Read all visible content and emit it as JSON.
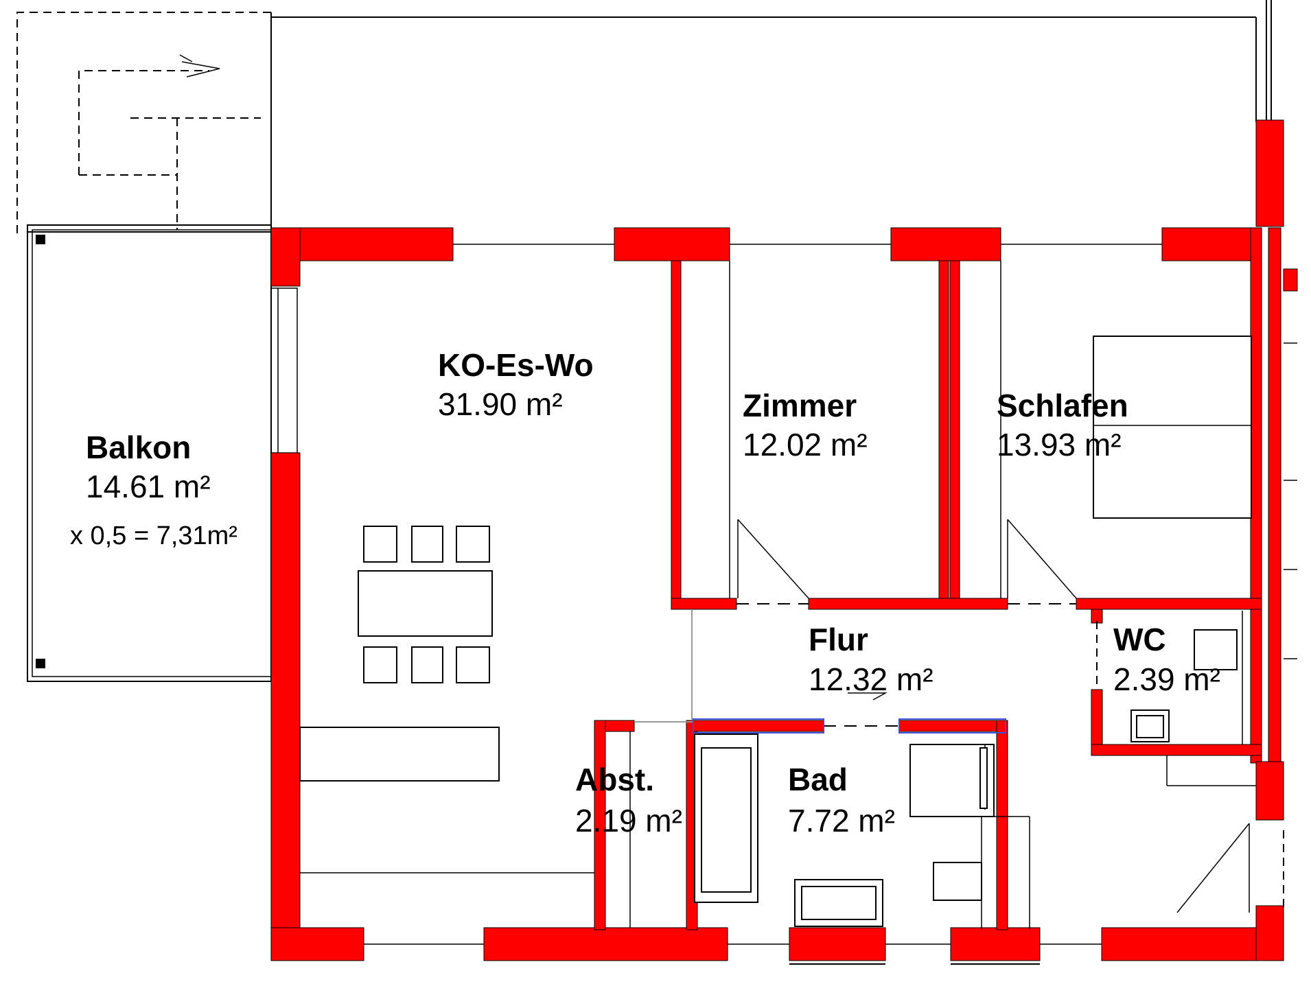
{
  "rooms": {
    "balkon": {
      "name": "Balkon",
      "area": "14.61 m²",
      "note": "x 0,5 = 7,31m²"
    },
    "kochen": {
      "name": "KO-Es-Wo",
      "area": "31.90 m²"
    },
    "zimmer": {
      "name": "Zimmer",
      "area": "12.02 m²"
    },
    "schlafen": {
      "name": "Schlafen",
      "area": "13.93 m²"
    },
    "flur": {
      "name": "Flur",
      "area": "12.32 m²"
    },
    "wc": {
      "name": "WC",
      "area": "2.39 m²"
    },
    "abst": {
      "name": "Abst.",
      "area": "2.19 m²"
    },
    "bad": {
      "name": "Bad",
      "area": "7.72 m²"
    }
  },
  "colors": {
    "wall": "#ff0000",
    "line": "#000000",
    "blue_wall_edge": "#3a4fd6",
    "background": "#ffffff"
  }
}
